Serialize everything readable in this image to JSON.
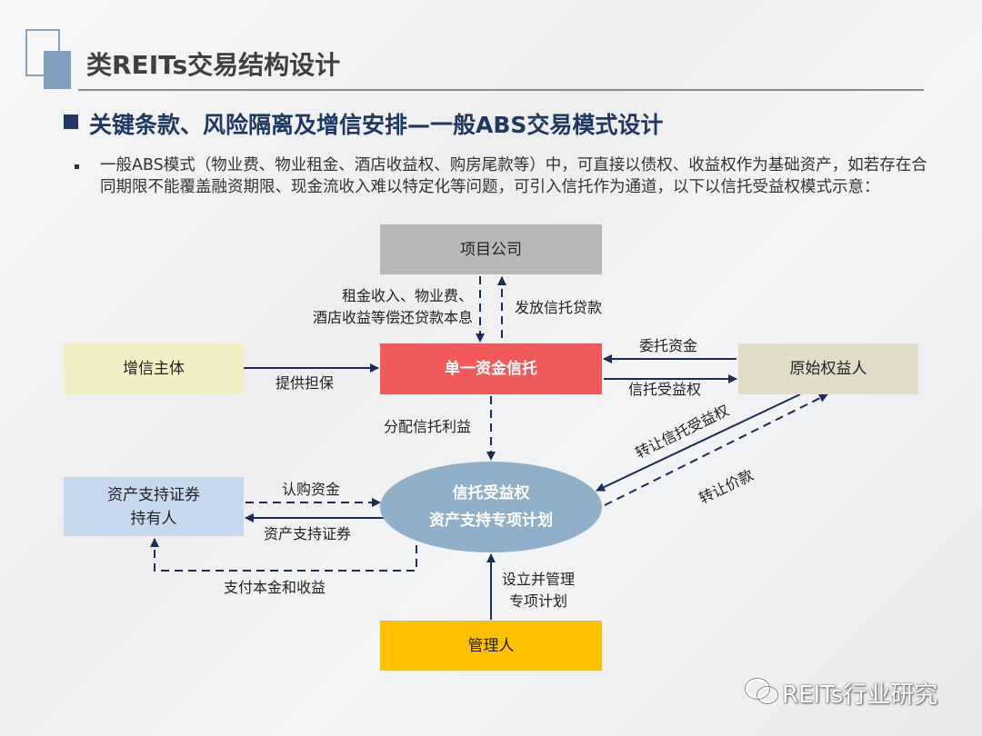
{
  "header": {
    "title": "类REITs交易结构设计"
  },
  "section": {
    "heading": "关键条款、风险隔离及增信安排—一般ABS交易模式设计"
  },
  "intro": {
    "text": "一般ABS模式（物业费、物业租金、酒店收益权、购房尾款等）中，可直接以债权、收益权作为基础资产，如若存在合同期限不能覆盖融资期限、现金流收入难以特定化等问题，可引入信托作为通道，以下以信托受益权模式示意："
  },
  "diagram": {
    "nodes": {
      "project_company": "项目公司",
      "single_trust": "单一资金信托",
      "credit_enhancer": "增信主体",
      "originator": "原始权益人",
      "spv_line1": "信托受益权",
      "spv_line2": "资产支持专项计划",
      "holder_line1": "资产支持证券",
      "holder_line2": "持有人",
      "manager": "管理人"
    },
    "edges": {
      "repay_line1": "租金收入、物业费、",
      "repay_line2": "酒店收益等偿还贷款本息",
      "loan": "发放信托贷款",
      "guarantee": "提供担保",
      "entrust_funds": "委托资金",
      "trust_beneficiary": "信托受益权",
      "distribute": "分配信托利益",
      "subscribe": "认购资金",
      "abs_securities": "资产支持证券",
      "pay_principal": "支付本金和收益",
      "setup_line1": "设立并管理",
      "setup_line2": "专项计划",
      "transfer_right": "转让信托受益权",
      "transfer_price": "转让价款"
    },
    "colors": {
      "arrow": "#1a2b5c",
      "trust": "#f05a5a",
      "manager": "#ffc000",
      "spv": "#8fb0c8"
    }
  },
  "watermark": {
    "text": "REITs行业研究"
  }
}
